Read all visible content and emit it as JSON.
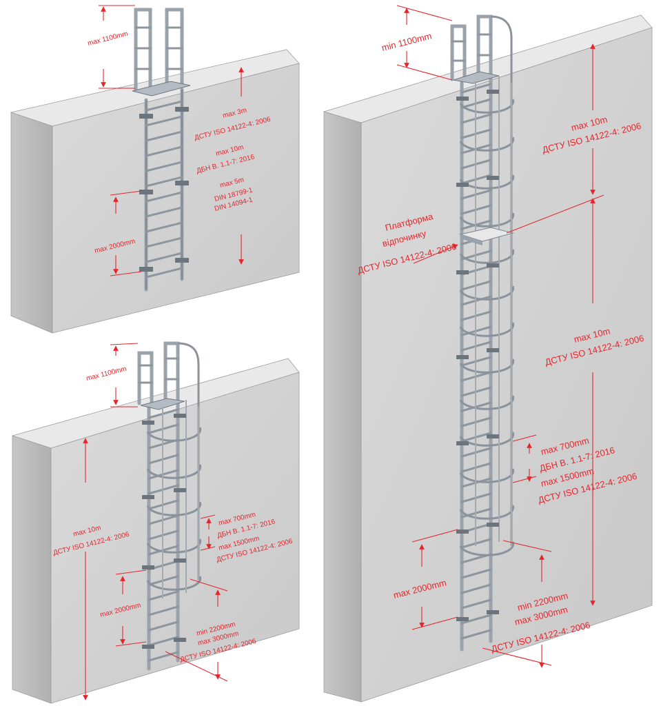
{
  "colors": {
    "dimension": "#e4262c",
    "wall_face": "#d2d2d2",
    "wall_side": "#bcbcbc",
    "wall_top": "#e8e8e8",
    "steel": "#9aa2ab"
  },
  "diagram_a": {
    "top_exit": "max 1100mm",
    "height_limits": [
      "max 3m",
      "ДСТУ ISO 14122-4: 2006",
      "max 10m",
      "ДБН В. 1.1-7: 2016",
      "max 5m",
      "DIN 18799-1",
      "DIN 14094-1"
    ],
    "bracket_spacing": "max 2000mm"
  },
  "diagram_b": {
    "top_exit": "max 1100mm",
    "height_limit": [
      "max 10m",
      "ДСТУ ISO 14122-4: 2006"
    ],
    "hoop_spacing": [
      "max 700mm",
      "ДБН В. 1.1-7: 2016",
      "max 1500mm",
      "ДСТУ ISO 14122-4: 2006"
    ],
    "bracket_spacing": "max 2000mm",
    "cage_start": [
      "min 2200mm",
      "max 3000mm",
      "ДСТУ ISO 14122-4: 2006"
    ]
  },
  "diagram_c": {
    "top_exit": "min 1100mm",
    "upper_section": [
      "max 10m",
      "ДСТУ ISO 14122-4: 2006"
    ],
    "rest_platform": [
      "Платформа",
      "відпочинку",
      "ДСТУ ISO 14122-4: 2006"
    ],
    "lower_section": [
      "max 10m",
      "ДСТУ ISO 14122-4: 2006"
    ],
    "hoop_spacing": [
      "max 700mm",
      "ДБН В. 1.1-7: 2016",
      "max 1500mm",
      "ДСТУ ISO 14122-4: 2006"
    ],
    "bracket_spacing": "max 2000mm",
    "cage_start": [
      "min 2200mm",
      "max 3000mm",
      "ДСТУ ISO 14122-4: 2006"
    ]
  }
}
